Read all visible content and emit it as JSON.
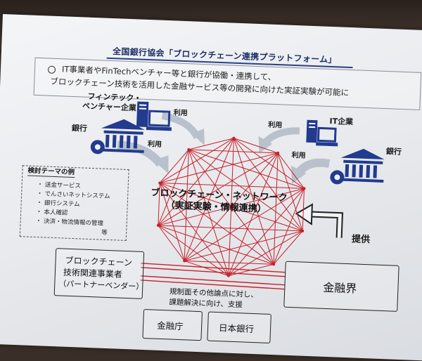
{
  "title": "全国銀行協会「ブロックチェーン連携プラットフォーム」",
  "intro": {
    "line1": "IT事業者やFinTechベンチャー等と銀行が協働・連携して、",
    "line2": "ブロックチェーン技術を活用した金融サービス等の開発に向けた実証実験が可能に"
  },
  "left": {
    "fintech_line1": "フィンテック・",
    "fintech_line2": "ベンチャー企業",
    "bank": "銀行",
    "use1": "利用",
    "use2": "利用"
  },
  "right": {
    "it_company": "IT企業",
    "bank": "銀行",
    "use1": "利用",
    "use2": "利用"
  },
  "network": {
    "title": "ブロックチェーン・ネットワーク",
    "subtitle": "（実証実験・情報連携）"
  },
  "themes": {
    "heading": "検討テーマの例",
    "items": [
      "送金サービス",
      "でんさいネットシステム",
      "銀行システム",
      "本人確認",
      "決済・物流情報の管理"
    ],
    "etc": "等"
  },
  "provide": "提供",
  "partner": {
    "line1": "ブロックチェーン",
    "line2": "技術関連事業者",
    "line3": "（パートナーベンダー）"
  },
  "financial_sector": "金融界",
  "support_note": {
    "line1": "規制面その他論点に対し、",
    "line2": "課題解決に向け、支援"
  },
  "fsa": "金融庁",
  "boj": "日本銀行",
  "colors": {
    "network_red": "#c8202a",
    "icon_navy": "#223b8f",
    "arrow_gray": "#b8c1cc"
  }
}
